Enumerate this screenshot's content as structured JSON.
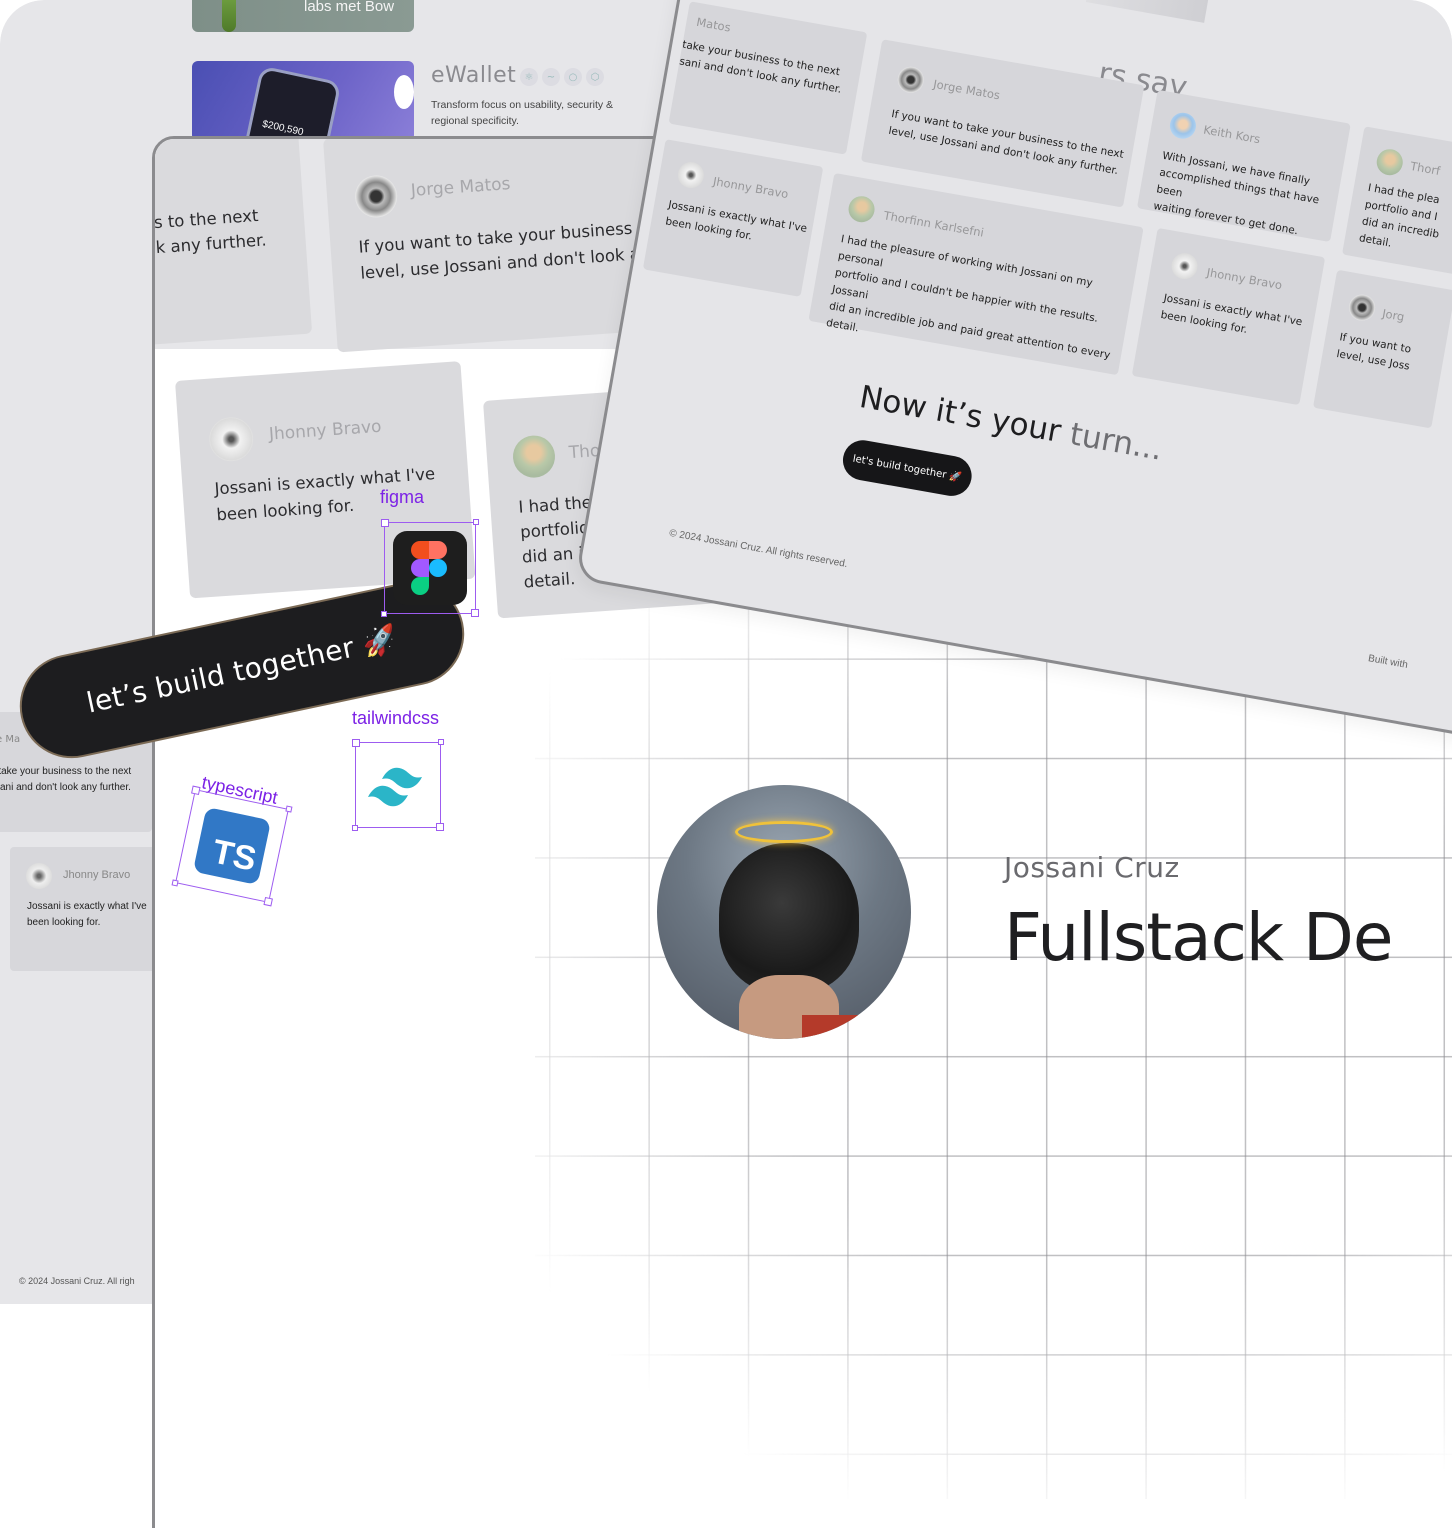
{
  "back_page": {
    "labs_thumb_text": "labs met Bow",
    "ewallet": {
      "title": "eWallet",
      "amount": "$200,590",
      "description": "Transform focus on usability, security & regional specificity."
    },
    "card_partial": {
      "name": "e Ma",
      "text": "o take your business to the next\nssani and don't look any further."
    },
    "card_jhonny": {
      "name": "Jhonny Bravo",
      "text": "Jossani is exactly what I've been looking for."
    },
    "copyright": "© 2024 Jossani Cruz. All righ"
  },
  "main_page": {
    "card_partial_text": "s to the next\nk any further.",
    "card_jorge": {
      "name": "Jorge Matos",
      "text": "If you want to take your business to the\nlevel, use Jossani and don't look any fu"
    },
    "card_jhonny": {
      "name": "Jhonny Bravo",
      "text": "Jossani is exactly what I've\nbeen looking for."
    },
    "card_thorfinn": {
      "name": "Thorfin",
      "text": "I had the plea\nportfolio and\ndid an incred\ndetail."
    },
    "hero": {
      "name": "Jossani Cruz",
      "title": "Fullstack De",
      "title_fade": ""
    }
  },
  "tilted_window": {
    "heading_partial": "rs say",
    "cards": [
      {
        "name": "Matos",
        "text": "take your business to the next\nsani and don't look any further."
      },
      {
        "name": "Jorge Matos",
        "text": "If you want to take your business to the next\nlevel, use Jossani and don't look any further."
      },
      {
        "name": "Keith Kors",
        "text": "With Jossani, we have finally\naccomplished things that have been\nwaiting forever to get done."
      },
      {
        "name": "Thorf",
        "text": "I had the plea\nportfolio and I\ndid an incredib\ndetail."
      },
      {
        "name": "Jhonny Bravo",
        "text": "Jossani is exactly what I've\nbeen looking for."
      },
      {
        "name": "Thorfinn Karlsefni",
        "text": "I had the pleasure of working with Jossani on my personal\nportfolio and I couldn't be happier with the results. Jossani\ndid an incredible job and paid great attention to every\ndetail."
      },
      {
        "name": "Jhonny Bravo",
        "text": "Jossani is exactly what I've\nbeen looking for."
      },
      {
        "name": "Jorg",
        "text": "If you want to\nlevel, use Joss"
      }
    ],
    "cta_heading": "Now it’s your ",
    "cta_heading_faded": "turn...",
    "cta_button": "let's build together 🚀",
    "copyright": "© 2024 Jossani Cruz. All rights reserved.",
    "built_with": "Built with"
  },
  "floating": {
    "pill_label": "let’s build together 🚀",
    "tools": {
      "figma": "figma",
      "tailwind": "tailwindcss",
      "typescript": "typescript",
      "ts_badge": "TS"
    }
  },
  "colors": {
    "accent_purple": "#7c22e6",
    "panel_grey": "#e6e6e9",
    "card_grey": "#dadadd",
    "dark": "#1d1d1f"
  }
}
